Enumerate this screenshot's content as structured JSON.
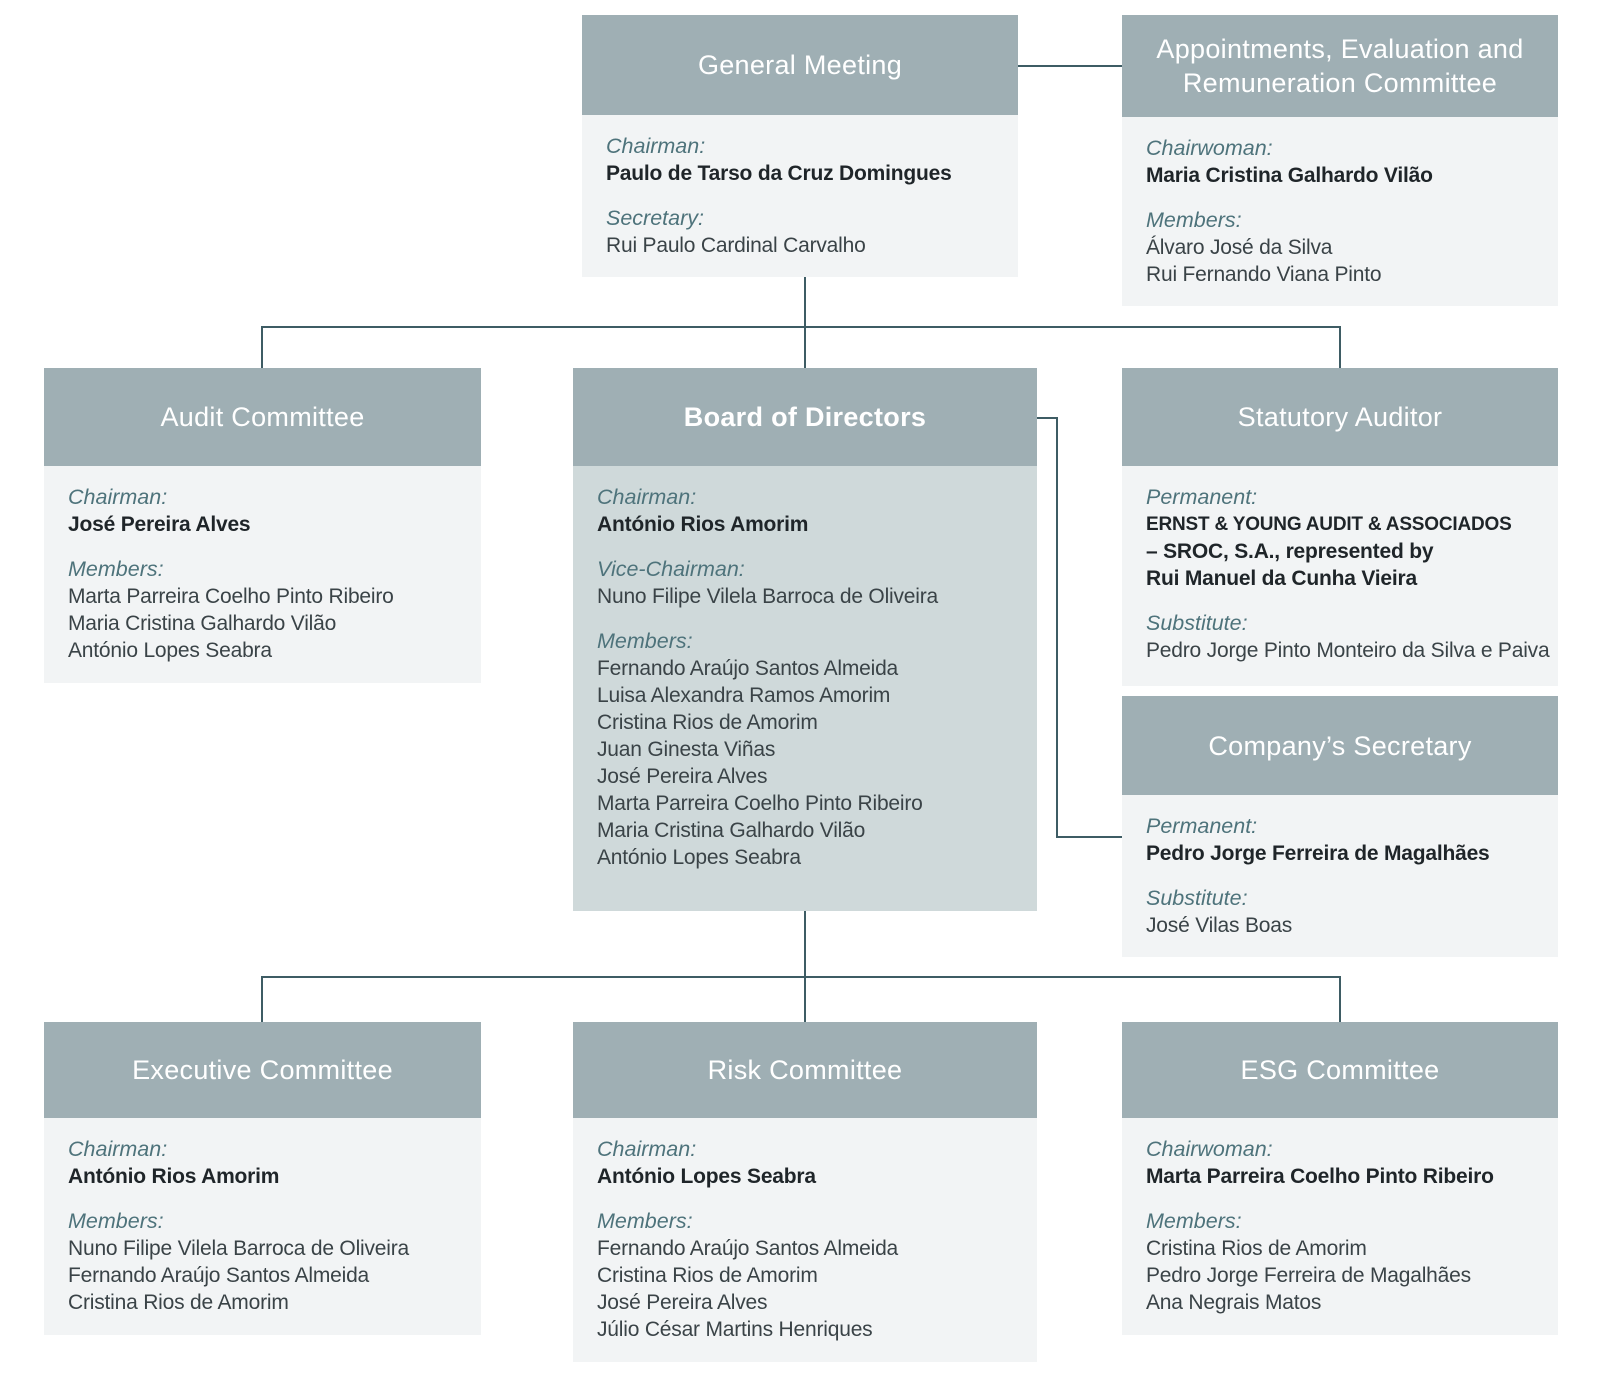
{
  "colors": {
    "header_bg": "#9FAFB4",
    "body_bg": "#F2F4F5",
    "board_body_bg": "#CFD9DA",
    "label_text": "#4E737B",
    "name_text": "#3A4347",
    "name_bold_text": "#1F2529",
    "header_text": "#FFFFFF",
    "connector_line": "#3E5C64",
    "page_bg": "#FFFFFF"
  },
  "boxes": {
    "general_meeting": {
      "title": "General Meeting",
      "sections": [
        {
          "label": "Chairman:",
          "names": [
            "Paulo de Tarso da Cruz Domingues"
          ]
        },
        {
          "label": "Secretary:",
          "names": [
            "Rui Paulo Cardinal Carvalho"
          ]
        }
      ]
    },
    "appointments": {
      "title": "Appointments, Evaluation and Remuneration Committee",
      "sections": [
        {
          "label": "Chairwoman:",
          "names": [
            "Maria Cristina Galhardo Vilão"
          ]
        },
        {
          "label": "Members:",
          "names": [
            "Álvaro José da Silva",
            "Rui Fernando Viana Pinto"
          ]
        }
      ]
    },
    "audit": {
      "title": "Audit Committee",
      "sections": [
        {
          "label": "Chairman:",
          "names": [
            "José Pereira Alves"
          ]
        },
        {
          "label": "Members:",
          "names": [
            "Marta Parreira Coelho Pinto Ribeiro",
            "Maria Cristina Galhardo Vilão",
            "António Lopes Seabra"
          ]
        }
      ]
    },
    "board": {
      "title": "Board of Directors",
      "sections": [
        {
          "label": "Chairman:",
          "names": [
            "António Rios Amorim"
          ]
        },
        {
          "label": "Vice-Chairman:",
          "names": [
            "Nuno Filipe Vilela Barroca de Oliveira"
          ]
        },
        {
          "label": "Members:",
          "names": [
            "Fernando Araújo Santos Almeida",
            "Luisa Alexandra Ramos Amorim",
            "Cristina Rios de Amorim",
            "Juan Ginesta Viñas",
            "José Pereira Alves",
            "Marta Parreira Coelho Pinto Ribeiro",
            "Maria Cristina Galhardo Vilão",
            "António Lopes Seabra"
          ]
        }
      ]
    },
    "statutory": {
      "title": "Statutory Auditor",
      "sections": [
        {
          "label": "Permanent:",
          "names": [
            "ERNST & YOUNG AUDIT & ASSOCIADOS",
            "– SROC, S.A., represented by",
            "Rui Manuel da Cunha Vieira"
          ]
        },
        {
          "label": "Substitute:",
          "names": [
            "Pedro Jorge Pinto Monteiro da Silva e Paiva"
          ]
        }
      ]
    },
    "secretary": {
      "title": "Company’s Secretary",
      "sections": [
        {
          "label": "Permanent:",
          "names": [
            "Pedro Jorge Ferreira de Magalhães"
          ]
        },
        {
          "label": "Substitute:",
          "names": [
            "José Vilas Boas"
          ]
        }
      ]
    },
    "executive": {
      "title": "Executive Committee",
      "sections": [
        {
          "label": "Chairman:",
          "names": [
            "António Rios Amorim"
          ]
        },
        {
          "label": "Members:",
          "names": [
            "Nuno Filipe Vilela Barroca de Oliveira",
            "Fernando Araújo Santos Almeida",
            "Cristina Rios de Amorim"
          ]
        }
      ]
    },
    "risk": {
      "title": "Risk Committee",
      "sections": [
        {
          "label": "Chairman:",
          "names": [
            "António Lopes Seabra"
          ]
        },
        {
          "label": "Members:",
          "names": [
            "Fernando Araújo Santos Almeida",
            "Cristina Rios de Amorim",
            "José Pereira Alves",
            "Júlio César Martins Henriques"
          ]
        }
      ]
    },
    "esg": {
      "title": "ESG Committee",
      "sections": [
        {
          "label": "Chairwoman:",
          "names": [
            "Marta Parreira Coelho Pinto Ribeiro"
          ]
        },
        {
          "label": "Members:",
          "names": [
            "Cristina Rios de Amorim",
            "Pedro Jorge Ferreira de Magalhães",
            "Ana Negrais Matos"
          ]
        }
      ]
    }
  }
}
